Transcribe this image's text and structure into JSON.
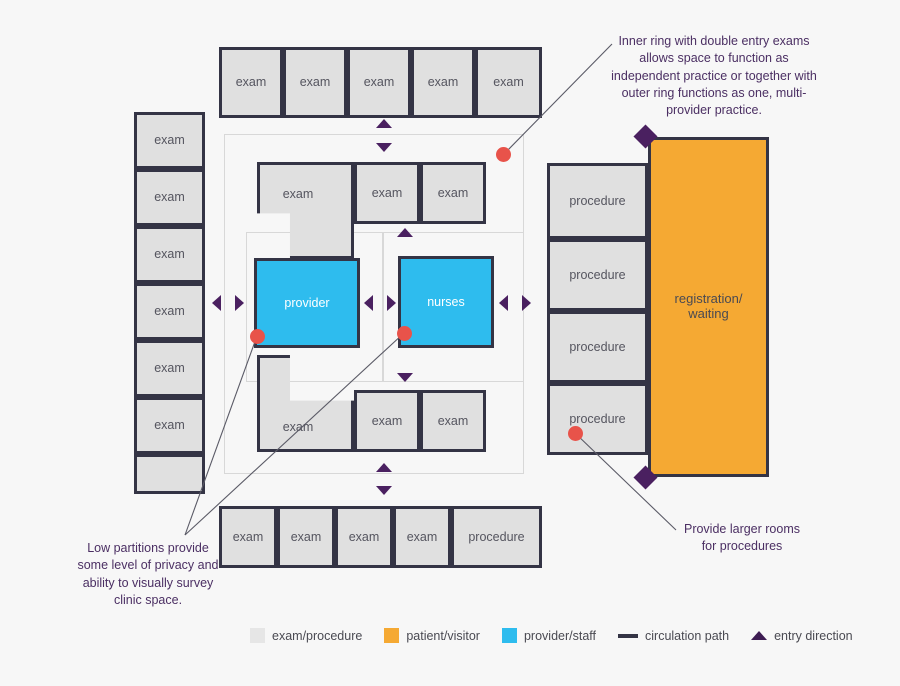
{
  "diagram": {
    "title": "clinic module plan diagram",
    "colors": {
      "exam": "#e0e0e0",
      "patient_visitor": "#f5a933",
      "provider_staff": "#2ebcee",
      "circulation": "#343445",
      "entry_direction": "#4a2060",
      "callout_text": "#4b2f63",
      "connector_dot": "#e8534a"
    }
  },
  "rooms": {
    "top_row": [
      {
        "label": "exam"
      },
      {
        "label": "exam"
      },
      {
        "label": "exam"
      },
      {
        "label": "exam"
      },
      {
        "label": "exam"
      }
    ],
    "left_column": [
      {
        "label": "exam"
      },
      {
        "label": "exam"
      },
      {
        "label": "exam"
      },
      {
        "label": "exam"
      },
      {
        "label": "exam"
      },
      {
        "label": "exam"
      },
      {
        "label": ""
      }
    ],
    "bottom_row": [
      {
        "label": "exam"
      },
      {
        "label": "exam"
      },
      {
        "label": "exam"
      },
      {
        "label": "exam"
      },
      {
        "label": "procedure"
      }
    ],
    "right_column": [
      {
        "label": "procedure"
      },
      {
        "label": "procedure"
      },
      {
        "label": "procedure"
      },
      {
        "label": "procedure"
      }
    ],
    "registration": {
      "label": "registration/\nwaiting"
    },
    "inner_top": [
      {
        "label": "exam"
      },
      {
        "label": "exam"
      },
      {
        "label": "exam"
      }
    ],
    "inner_bottom": [
      {
        "label": "exam"
      },
      {
        "label": "exam"
      },
      {
        "label": "exam"
      }
    ],
    "inner_core": [
      {
        "label": "provider"
      },
      {
        "label": "nurses"
      }
    ]
  },
  "callouts": {
    "inner_ring": "Inner ring with double entry exams allows space to function as independent practice or together with outer ring functions as one, multi-provider practice.",
    "low_partitions": "Low partitions provide some level of privacy and ability to visually survey clinic space.",
    "larger_rooms": "Provide larger rooms for procedures"
  },
  "legend": {
    "items": [
      {
        "label": "exam/procedure",
        "swatch": "gray-square-icon"
      },
      {
        "label": "patient/visitor",
        "swatch": "orange-square-icon"
      },
      {
        "label": "provider/staff",
        "swatch": "blue-square-icon"
      },
      {
        "label": "circulation path",
        "swatch": "line-icon"
      },
      {
        "label": "entry direction",
        "swatch": "triangle-icon"
      }
    ]
  }
}
